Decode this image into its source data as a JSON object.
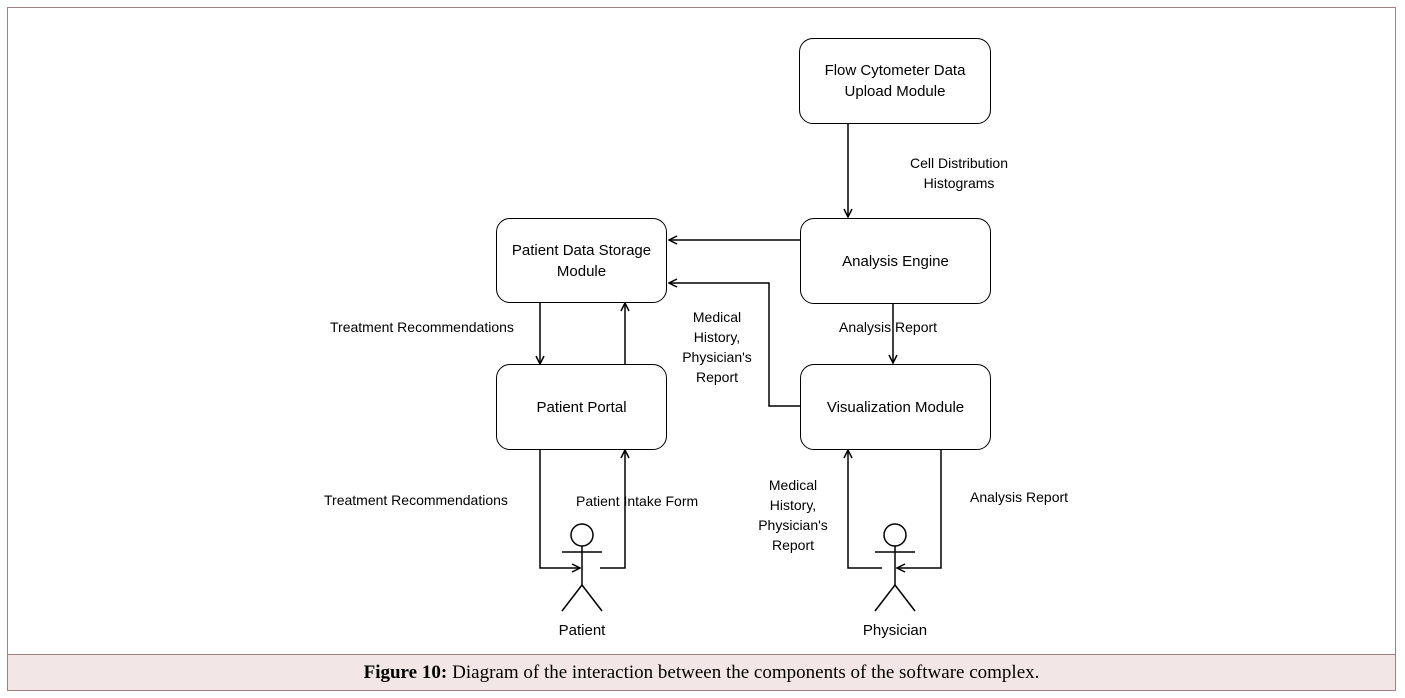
{
  "modules": {
    "upload": "Flow Cytometer Data\nUpload Module",
    "storage": "Patient Data Storage\nModule",
    "engine": "Analysis Engine",
    "portal": "Patient Portal",
    "visualization": "Visualization Module"
  },
  "flows": {
    "cell_distribution": "Cell Distribution\nHistograms",
    "analysis_report_1": "Analysis Report",
    "treatment_rec_1": "Treatment Recommendations",
    "medical_history_1": "Medical\nHistory,\nPhysician's\nReport",
    "treatment_rec_2": "Treatment Recommendations",
    "intake_form": "Patient Intake Form",
    "medical_history_2": "Medical\nHistory,\nPhysician's\nReport",
    "analysis_report_2": "Analysis Report"
  },
  "actors": {
    "patient": "Patient",
    "physician": "Physician"
  },
  "caption": {
    "label": "Figure 10:",
    "text": "Diagram of the interaction between the components of the software complex."
  }
}
